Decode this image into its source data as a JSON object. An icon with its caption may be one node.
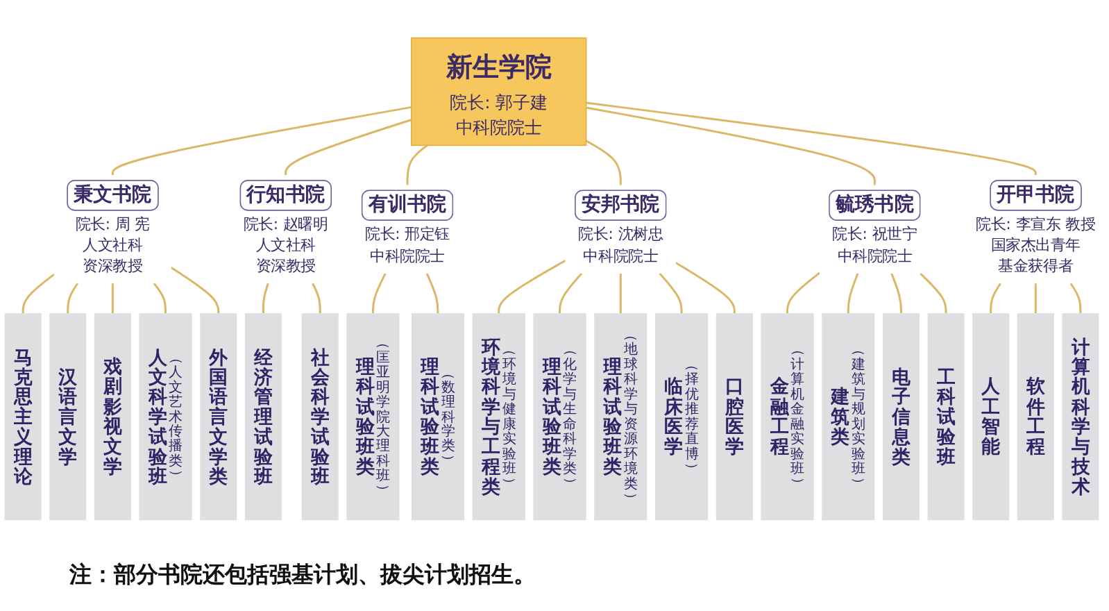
{
  "diagram": {
    "nodes": [
      {
        "text": [
          "新生学院",
          "院长: 郭子建",
          "中科院院士"
        ]
      },
      {
        "text": [
          "秉文书院",
          "院长: 周 宪",
          "人文社科资深教授"
        ]
      },
      {
        "text": [
          "行知书院",
          "院长: 赵曙明",
          "人文社科资深教授"
        ]
      },
      {
        "text": [
          "有训书院",
          "院长: 邢定钰",
          "中科院院士"
        ]
      },
      {
        "text": [
          "安邦书院",
          "院长: 沈树忠",
          "中科院院士"
        ]
      },
      {
        "text": [
          "毓琇书院",
          "院长: 祝世宁",
          "中科院院士"
        ]
      },
      {
        "text": [
          "开甲书院",
          "院长: 李宣东 教授",
          "国家杰出青年基金获得者"
        ]
      },
      {
        "text": [
          "马克思主义理论"
        ]
      },
      {
        "text": [
          "汉语言文学"
        ]
      },
      {
        "text": [
          "戏剧影视文学"
        ]
      },
      {
        "text": [
          "人文科学试验班",
          "（人文艺术传播类）"
        ]
      },
      {
        "text": [
          "外国语言文学类"
        ]
      },
      {
        "text": [
          "经济管理试验班"
        ]
      },
      {
        "text": [
          "社会科学试验班"
        ]
      },
      {
        "text": [
          "理科试验班类",
          "（匡亚明学院大理科班）"
        ]
      },
      {
        "text": [
          "理科试验班类",
          "（数理科学类）"
        ]
      },
      {
        "text": [
          "环境科学与工程类",
          "（环境与健康实验班）"
        ]
      },
      {
        "text": [
          "理科试验班类",
          "（化学与生命科学类）"
        ]
      },
      {
        "text": [
          "理科试验班类",
          "（地球科学与资源环境类）"
        ]
      },
      {
        "text": [
          "临床医学",
          "（择优推荐直博）"
        ]
      },
      {
        "text": [
          "口腔医学"
        ]
      },
      {
        "text": [
          "金融工程",
          "（计算机金融实验班）"
        ]
      },
      {
        "text": [
          "建筑类",
          "（建筑与规划实验班）"
        ]
      },
      {
        "text": [
          "电子信息类"
        ]
      },
      {
        "text": [
          "工科试验班"
        ]
      },
      {
        "text": [
          "人工智能"
        ]
      },
      {
        "text": [
          "软件工程"
        ]
      },
      {
        "text": [
          "计算机科学与技术"
        ]
      }
    ],
    "edges": [
      {
        "from": 0,
        "to": 1,
        "arrow": "none"
      },
      {
        "from": 0,
        "to": 2,
        "arrow": "none"
      },
      {
        "from": 0,
        "to": 3,
        "arrow": "none"
      },
      {
        "from": 0,
        "to": 4,
        "arrow": "none"
      },
      {
        "from": 0,
        "to": 5,
        "arrow": "none"
      },
      {
        "from": 0,
        "to": 6,
        "arrow": "none"
      },
      {
        "from": 1,
        "to": 7,
        "arrow": "none"
      },
      {
        "from": 1,
        "to": 8,
        "arrow": "none"
      },
      {
        "from": 1,
        "to": 9,
        "arrow": "none"
      },
      {
        "from": 1,
        "to": 10,
        "arrow": "none"
      },
      {
        "from": 1,
        "to": 11,
        "arrow": "none"
      },
      {
        "from": 2,
        "to": 12,
        "arrow": "none"
      },
      {
        "from": 2,
        "to": 13,
        "arrow": "none"
      },
      {
        "from": 3,
        "to": 14,
        "arrow": "none"
      },
      {
        "from": 3,
        "to": 15,
        "arrow": "none"
      },
      {
        "from": 4,
        "to": 16,
        "arrow": "none"
      },
      {
        "from": 4,
        "to": 17,
        "arrow": "none"
      },
      {
        "from": 4,
        "to": 18,
        "arrow": "none"
      },
      {
        "from": 4,
        "to": 19,
        "arrow": "none"
      },
      {
        "from": 4,
        "to": 20,
        "arrow": "none"
      },
      {
        "from": 5,
        "to": 21,
        "arrow": "none"
      },
      {
        "from": 5,
        "to": 22,
        "arrow": "none"
      },
      {
        "from": 5,
        "to": 23,
        "arrow": "none"
      },
      {
        "from": 5,
        "to": 24,
        "arrow": "none"
      },
      {
        "from": 6,
        "to": 25,
        "arrow": "none"
      },
      {
        "from": 6,
        "to": 26,
        "arrow": "none"
      },
      {
        "from": 6,
        "to": 27,
        "arrow": "none"
      }
    ],
    "labels": [
      "注：部分书院还包括强基计划、拔尖计划招生。"
    ]
  }
}
